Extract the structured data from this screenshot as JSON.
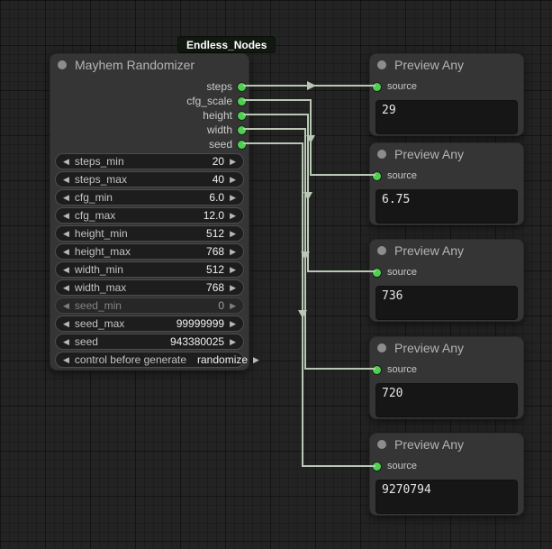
{
  "badge": {
    "label": "Endless_Nodes"
  },
  "randomizer_node": {
    "title": "Mayhem Randomizer",
    "outputs": [
      {
        "name": "steps"
      },
      {
        "name": "cfg_scale"
      },
      {
        "name": "height"
      },
      {
        "name": "width"
      },
      {
        "name": "seed"
      }
    ],
    "widgets": [
      {
        "label": "steps_min",
        "value": "20"
      },
      {
        "label": "steps_max",
        "value": "40"
      },
      {
        "label": "cfg_min",
        "value": "6.0"
      },
      {
        "label": "cfg_max",
        "value": "12.0"
      },
      {
        "label": "height_min",
        "value": "512"
      },
      {
        "label": "height_max",
        "value": "768"
      },
      {
        "label": "width_min",
        "value": "512"
      },
      {
        "label": "width_max",
        "value": "768"
      },
      {
        "label": "seed_min",
        "value": "0",
        "dim": true
      },
      {
        "label": "seed_max",
        "value": "99999999"
      },
      {
        "label": "seed",
        "value": "943380025"
      },
      {
        "label": "control before generate",
        "value": "randomize"
      }
    ]
  },
  "preview_nodes": [
    {
      "title": "Preview Any",
      "input": "source",
      "value": "29"
    },
    {
      "title": "Preview Any",
      "input": "source",
      "value": "6.75"
    },
    {
      "title": "Preview Any",
      "input": "source",
      "value": "736"
    },
    {
      "title": "Preview Any",
      "input": "source",
      "value": "720"
    },
    {
      "title": "Preview Any",
      "input": "source",
      "value": "9270794"
    }
  ],
  "links": [
    {
      "from": "steps",
      "to": "preview_nodes.0.source"
    },
    {
      "from": "cfg_scale",
      "to": "preview_nodes.1.source"
    },
    {
      "from": "height",
      "to": "preview_nodes.2.source"
    },
    {
      "from": "width",
      "to": "preview_nodes.3.source"
    },
    {
      "from": "seed",
      "to": "preview_nodes.4.source"
    }
  ],
  "icons": {
    "left_arrow": "◀",
    "right_arrow": "▶"
  },
  "colors": {
    "port_green": "#50d050",
    "link": "#b9c8b4",
    "node_bg": "#353535",
    "widget_bg": "#1d1d1d"
  }
}
